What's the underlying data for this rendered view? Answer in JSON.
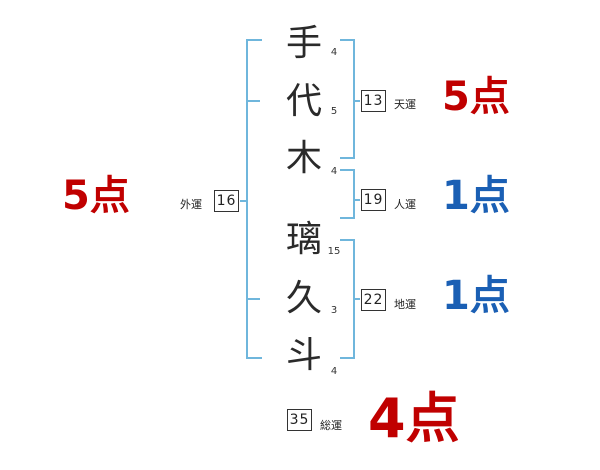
{
  "name_characters": [
    {
      "char": "手",
      "strokes": "4"
    },
    {
      "char": "代",
      "strokes": "5"
    },
    {
      "char": "木",
      "strokes": "4"
    },
    {
      "char": "璃",
      "strokes": "15"
    },
    {
      "char": "久",
      "strokes": "3"
    },
    {
      "char": "斗",
      "strokes": "4"
    }
  ],
  "fortunes": {
    "outer": {
      "label": "外運",
      "value": "16",
      "score": "5点"
    },
    "heaven": {
      "label": "天運",
      "value": "13",
      "score": "5点"
    },
    "person": {
      "label": "人運",
      "value": "19",
      "score": "1点"
    },
    "earth": {
      "label": "地運",
      "value": "22",
      "score": "1点"
    },
    "total": {
      "label": "総運",
      "value": "35",
      "score": "4点"
    }
  },
  "colors": {
    "bracket": "#6fb6dc",
    "score_high": "#c00000",
    "score_low": "#1a5fb4"
  }
}
